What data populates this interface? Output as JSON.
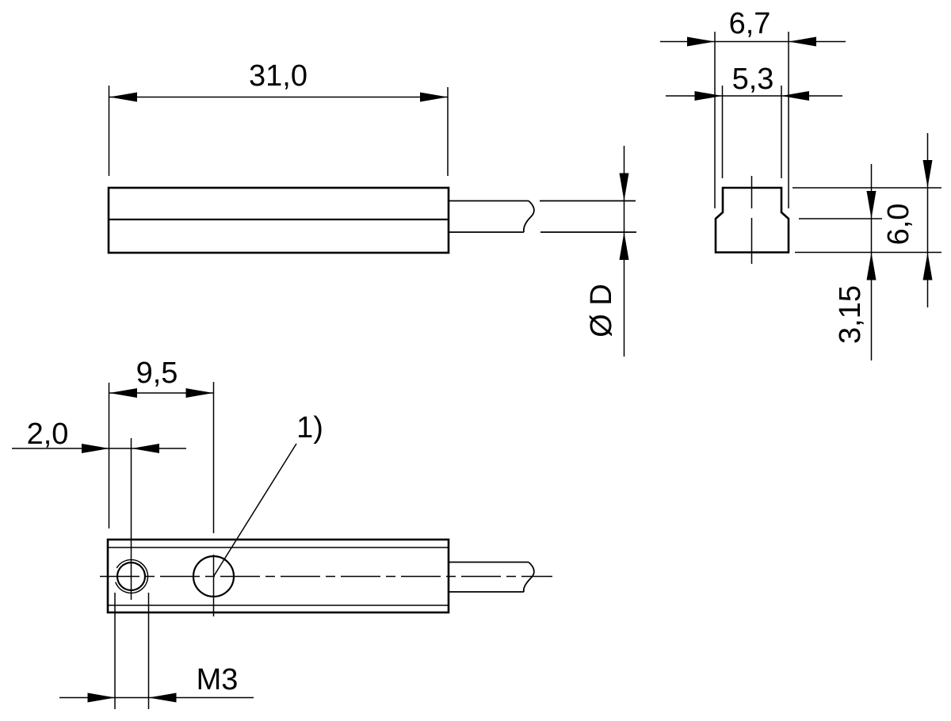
{
  "views": {
    "side": {
      "length": "31,0",
      "cable_diameter": "Ø D"
    },
    "end": {
      "overall_width": "6,7",
      "top_width": "5,3",
      "height": "6,0",
      "step_height": "3,15"
    },
    "bottom": {
      "hole_center_distance": "9,5",
      "thread_center_distance": "2,0",
      "thread_size": "M3",
      "callout": "1)"
    }
  },
  "colors": {
    "line": "#000000",
    "background": "#ffffff"
  }
}
